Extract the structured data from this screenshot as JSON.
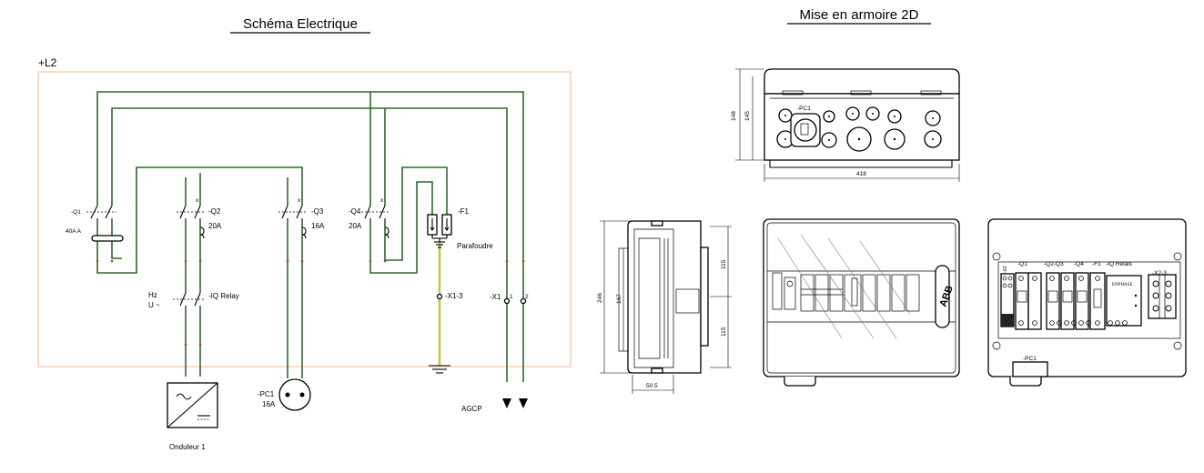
{
  "titles": {
    "schema": "Schéma Electrique",
    "armoire": "Mise en armoire 2D"
  },
  "schema": {
    "location": "+L2",
    "devices": {
      "q1": "-Q1",
      "q1_rating": "40A A",
      "q2": "-Q2",
      "q2_rating": "20A",
      "q3": "-Q3",
      "q3_rating": "16A",
      "q4": "-Q4",
      "q4_rating": "20A",
      "f1": "-F1",
      "f1_type": "Parafoudre",
      "iq_relay": "-IQ Relay",
      "iq_hz": "Hz",
      "iq_u": "U ~",
      "x1_3": "-X1-3",
      "x1": "-X1",
      "x1_t1": "1",
      "x1_t2": "2",
      "pc1": "-PC1",
      "pc1_rating": "16A",
      "inverter": "Onduleur 1",
      "grid": "AGCP"
    }
  },
  "armoire": {
    "top_dims": {
      "h1": "148",
      "h2": "145",
      "w": "418"
    },
    "top_pc1": "-PC1",
    "side_dims": {
      "h_total": "246",
      "h_inner": "167",
      "upper": "115",
      "lower": "115",
      "depth": "50.5"
    },
    "brand_front": "ABB",
    "interior_labels": {
      "q1": "-Q1",
      "q2_q3": "-Q2-Q3",
      "q4": "-Q4",
      "f1": "-F1",
      "iq_relais": "-IQ Relais",
      "x2_3": "-X2-3",
      "x2": "-X2",
      "enphase": "ENPHASE",
      "pc1": "-PC1"
    }
  }
}
